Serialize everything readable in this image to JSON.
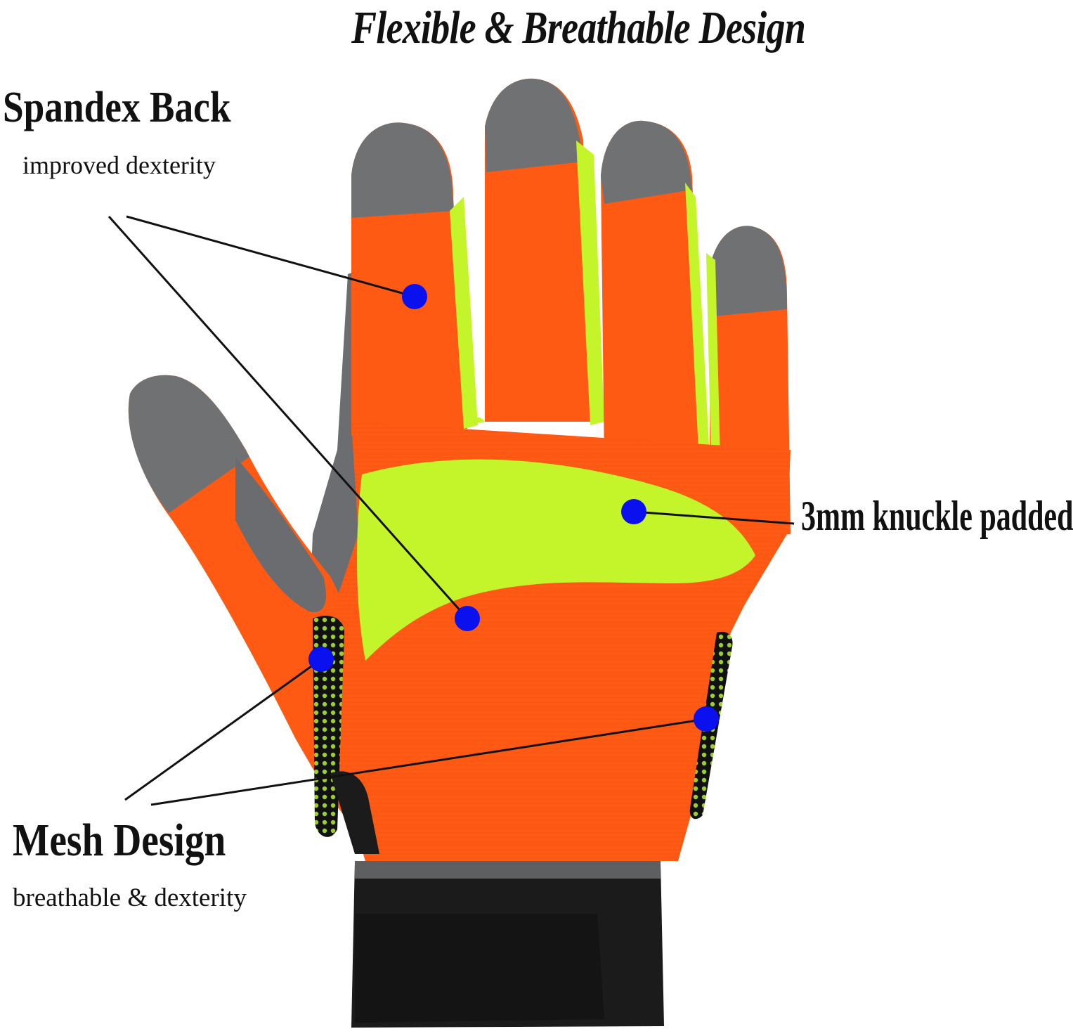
{
  "title": "Flexible & Breathable Design",
  "callouts": {
    "spandex": {
      "title": "Spandex Back",
      "subtitle": "improved dexterity"
    },
    "knuckle": {
      "title": "3mm knuckle padded"
    },
    "mesh": {
      "title": "Mesh Design",
      "subtitle": "breathable & dexterity"
    }
  },
  "colors": {
    "orange": "#ff5a14",
    "hi_vis_green": "#c4f52a",
    "grey_leather": "#707173",
    "cuff_black": "#1b1b1b",
    "marker_blue": "#0a10ee",
    "leader_line": "#111111"
  }
}
